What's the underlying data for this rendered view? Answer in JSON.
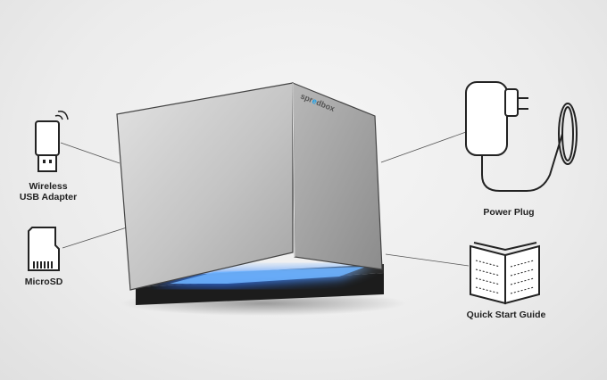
{
  "brand": {
    "text_before": "spr",
    "text_accent": "e",
    "text_after": "dbox",
    "accent_color": "#1aa0e8"
  },
  "labels": {
    "wireless_line1": "Wireless",
    "wireless_line2": "USB Adapter",
    "microsd": "MicroSD",
    "power_plug": "Power Plug",
    "quick_start": "Quick Start Guide"
  },
  "colors": {
    "led_glow": "#3d8cff",
    "cube_light": "#d4d4d4",
    "cube_dark": "#9a9a9a"
  }
}
